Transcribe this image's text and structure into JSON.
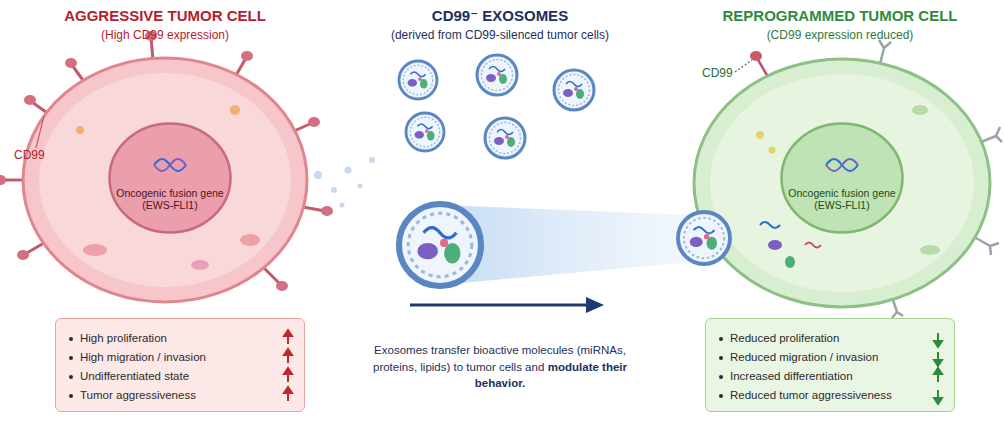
{
  "diagram": {
    "nodes": [
      {
        "text": [
          "Oncogenic fusion gene (EWS-FLI1)"
        ]
      },
      {
        "text": [
          "High proliferation",
          "High migration / invasion",
          "Undifferentiated state",
          "Tumor aggressiveness"
        ]
      },
      {
        "text": [
          "Oncogenic fusion gene (EWS-FLI1)"
        ]
      },
      {
        "text": [
          "Reduced proliferation",
          "Reduced migration / invasion",
          "Increased differentiation",
          "Reduced tumor aggressiveness"
        ]
      }
    ],
    "labels": [
      "AGGRESSIVE TUMOR CELL",
      "(High CD99 expression)",
      "CD99",
      "CD99⁻ EXOSOMES",
      "(derived from CD99-silenced tumor cells)",
      "Exosomes transfer bioactive molecules (miRNAs, proteins, lipids) to tumor cells and",
      "modulate their behavior.",
      "REPROGRAMMED TUMOR CELL",
      "(CD99 expression reduced)",
      "CD99"
    ]
  }
}
